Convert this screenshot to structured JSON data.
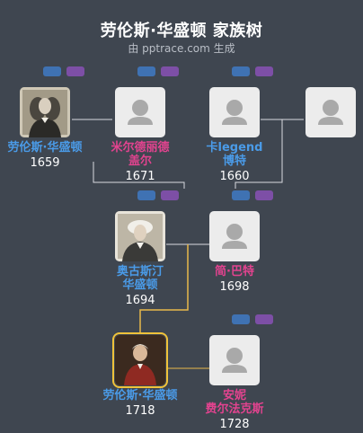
{
  "header": {
    "title": "劳伦斯·华盛顿 家族树",
    "subtitle": "由 pptrace.com 生成"
  },
  "colors": {
    "background": "#3f4650",
    "male": "#4a9be8",
    "female": "#e2438f",
    "line": "#d8dbe0",
    "lineage": "#e8b84a",
    "tag_blue": "#3f72b3",
    "tag_purple": "#7d4fa6"
  },
  "people": {
    "p1": {
      "name_lines": [
        "劳伦斯·华盛顿"
      ],
      "year": "1659",
      "gender": "male",
      "photo": "portrait"
    },
    "p2": {
      "name_lines": [
        "米尔德丽德",
        "盖尔"
      ],
      "year": "1671",
      "gender": "female",
      "photo": "placeholder"
    },
    "p3": {
      "name_lines": [
        "卡legend",
        "博特"
      ],
      "year": "1660",
      "gender": "male",
      "photo": "placeholder"
    },
    "p4": {
      "name_lines": [],
      "year": "",
      "gender": "unknown",
      "photo": "placeholder"
    },
    "p5": {
      "name_lines": [
        "奥古斯汀",
        "华盛顿"
      ],
      "year": "1694",
      "gender": "male",
      "photo": "portrait"
    },
    "p6": {
      "name_lines": [
        "简·巴特"
      ],
      "year": "1698",
      "gender": "female",
      "photo": "placeholder"
    },
    "p7": {
      "name_lines": [
        "劳伦斯·华盛顿"
      ],
      "year": "1718",
      "gender": "male",
      "photo": "portrait"
    },
    "p8": {
      "name_lines": [
        "安妮",
        "费尔法克斯"
      ],
      "year": "1728",
      "gender": "female",
      "photo": "placeholder"
    }
  }
}
